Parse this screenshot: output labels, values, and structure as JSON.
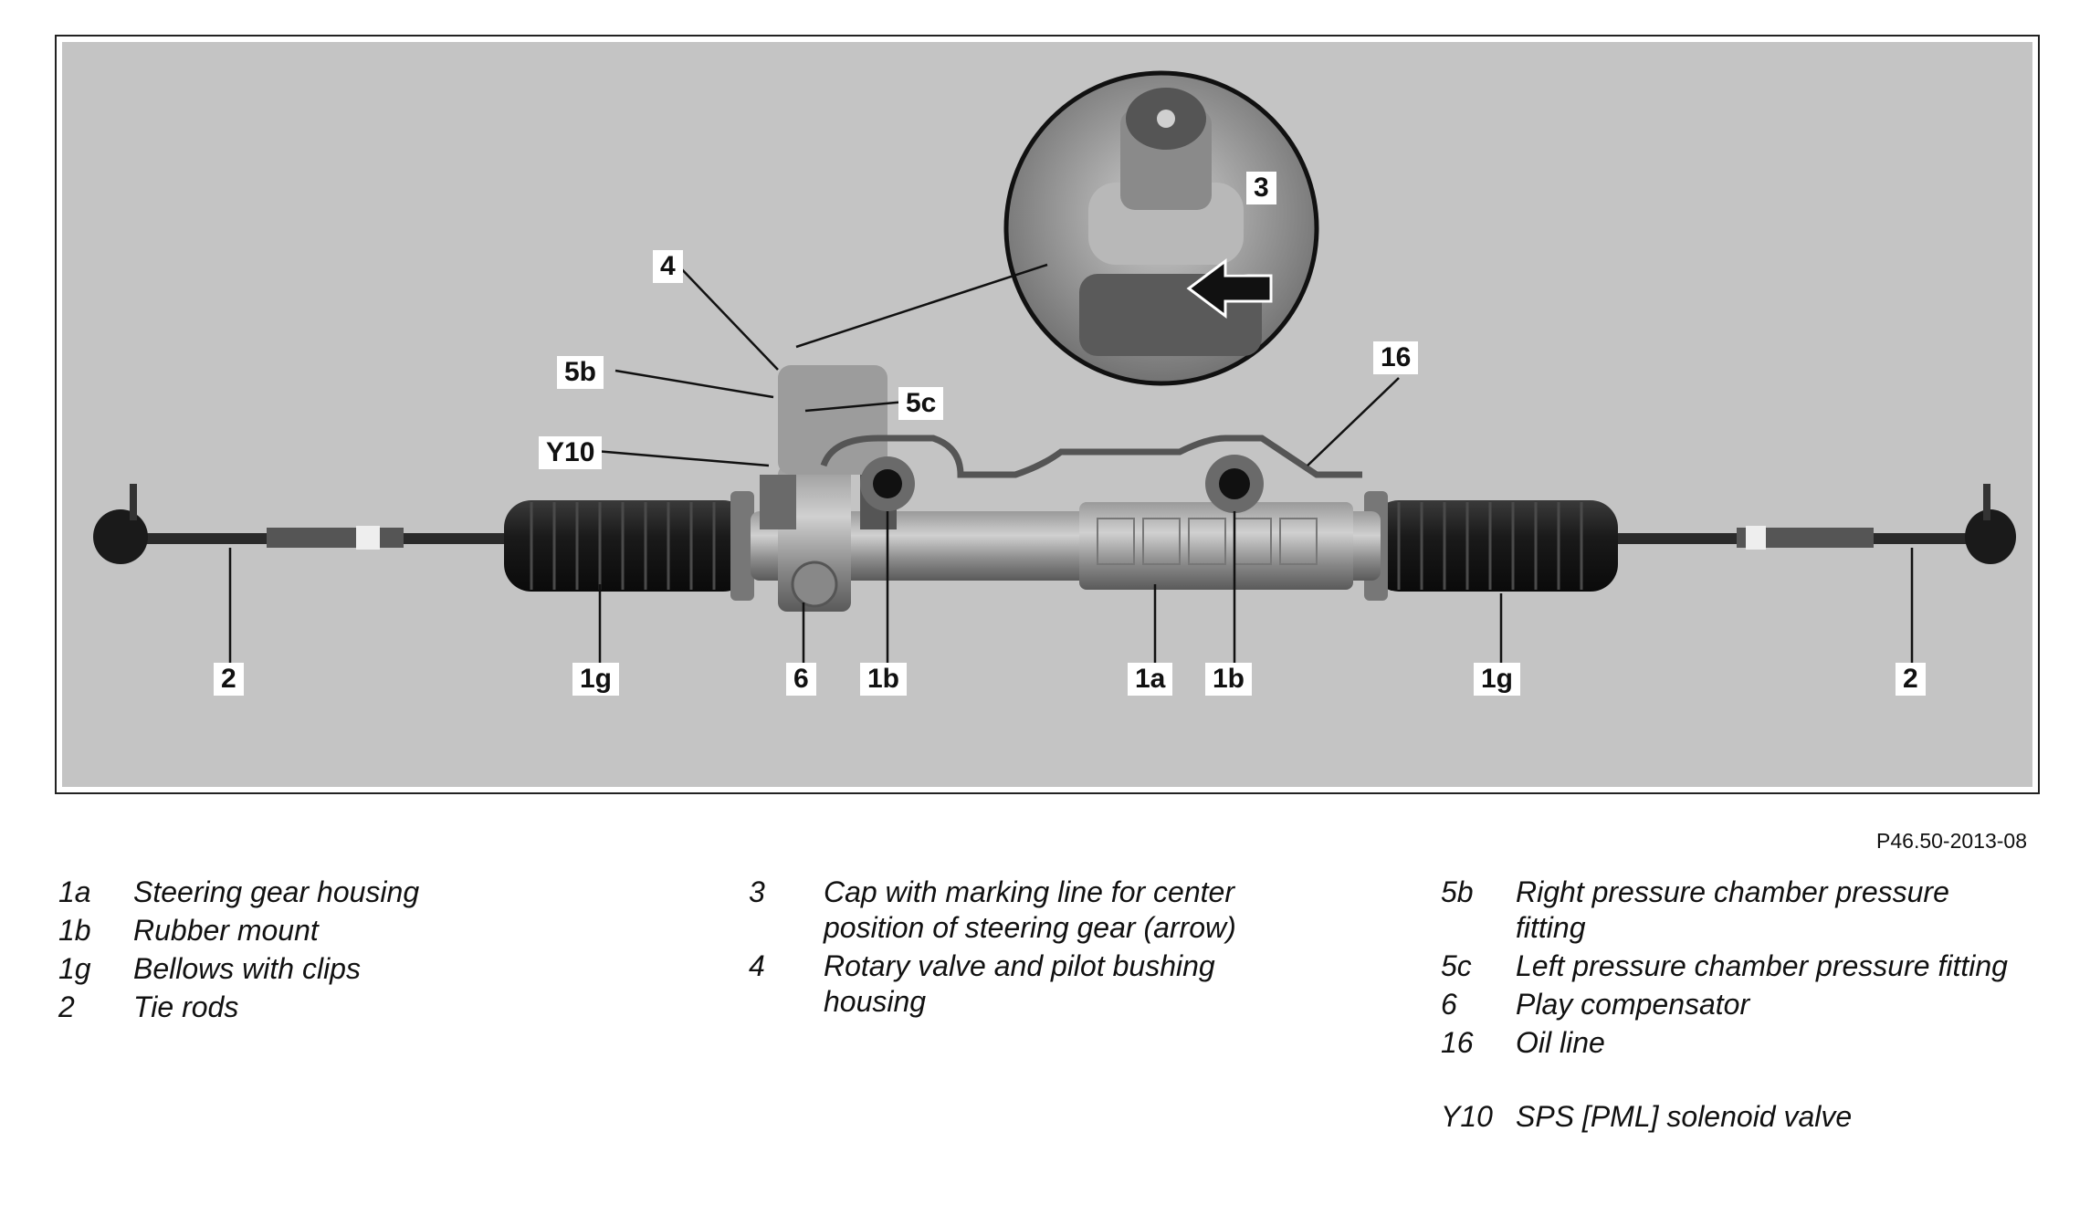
{
  "figure": {
    "reference": "P46.50-2013-08",
    "callouts": {
      "c3": "3",
      "c4": "4",
      "c5b": "5b",
      "c5c": "5c",
      "cY10": "Y10",
      "c16": "16",
      "c2_left": "2",
      "c1g_left": "1g",
      "c6": "6",
      "c1b_left": "1b",
      "c1a": "1a",
      "c1b_right": "1b",
      "c1g_right": "1g",
      "c2_right": "2"
    }
  },
  "legend": {
    "col1": [
      {
        "key": "1a",
        "desc": "Steering gear housing"
      },
      {
        "key": "1b",
        "desc": "Rubber mount"
      },
      {
        "key": "1g",
        "desc": "Bellows with clips"
      },
      {
        "key": "2",
        "desc": "Tie rods"
      }
    ],
    "col2": [
      {
        "key": "3",
        "desc": "Cap with marking line for center position of steering gear (arrow)"
      },
      {
        "key": "4",
        "desc": "Rotary valve and pilot bushing housing"
      }
    ],
    "col3": [
      {
        "key": "5b",
        "desc": "Right pressure chamber pressure fitting"
      },
      {
        "key": "5c",
        "desc": "Left pressure chamber pressure fitting"
      },
      {
        "key": "6",
        "desc": "Play compensator"
      },
      {
        "key": "16",
        "desc": "Oil line"
      },
      {
        "key": "Y10",
        "desc": "SPS [PML] solenoid valve"
      }
    ]
  }
}
